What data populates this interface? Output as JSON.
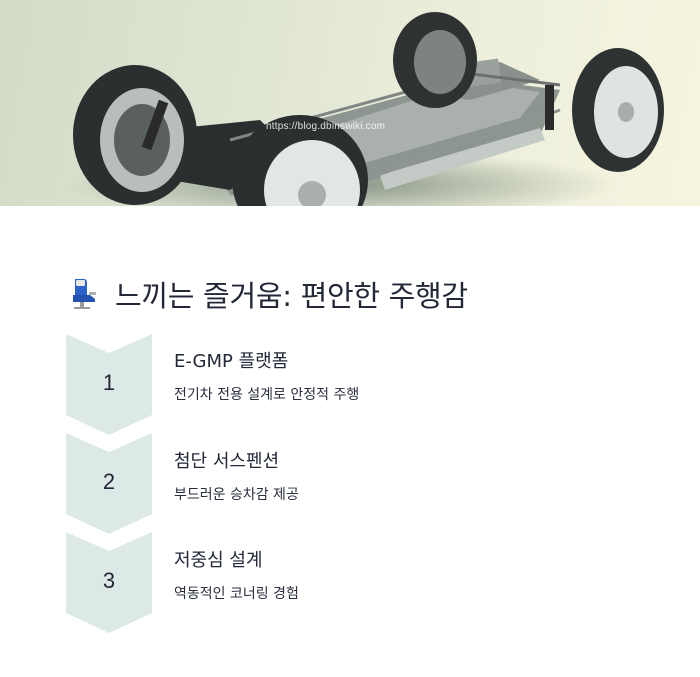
{
  "hero": {
    "image_alt": "EV chassis skateboard platform with four wheels",
    "watermark": "https://blog.dbinswiki.com"
  },
  "section": {
    "icon": "seat-icon",
    "title": "느끼는 즐거움: 편안한 주행감"
  },
  "steps": [
    {
      "number": "1",
      "title": "E-GMP 플랫폼",
      "description": "전기차 전용 설계로 안정적 주행"
    },
    {
      "number": "2",
      "title": "첨단 서스펜션",
      "description": "부드러운 승차감 제공"
    },
    {
      "number": "3",
      "title": "저중심 설계",
      "description": "역동적인 코너링 경험"
    }
  ],
  "colors": {
    "chevron_fill": "#dde9e6",
    "text": "#232838",
    "seat_blue": "#2d63c8"
  }
}
